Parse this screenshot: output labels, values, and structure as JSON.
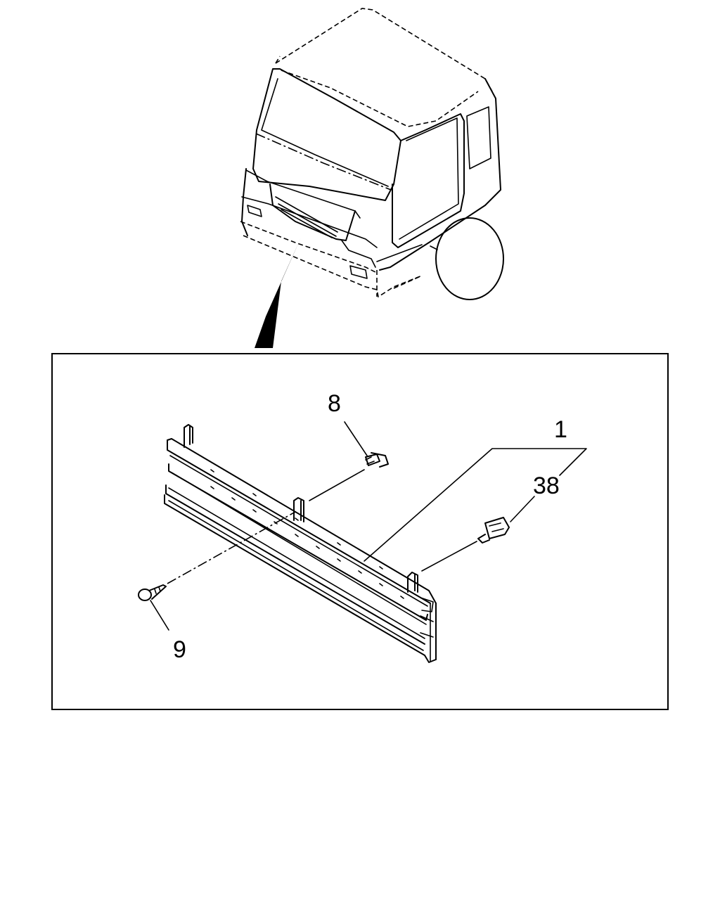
{
  "diagram": {
    "callouts": {
      "part_1": "1",
      "part_8": "8",
      "part_9": "9",
      "part_38": "38"
    }
  }
}
